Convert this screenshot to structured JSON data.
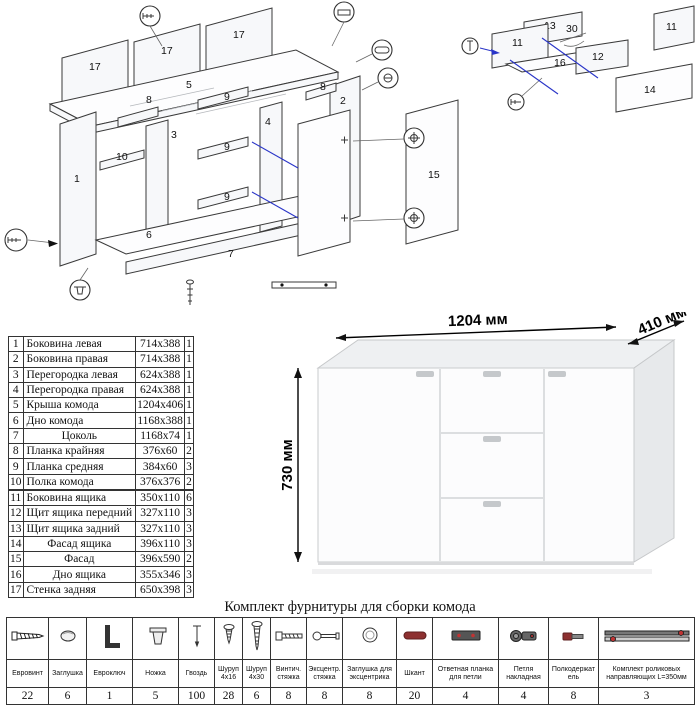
{
  "parts_table": {
    "rows": [
      {
        "num": "1",
        "name": "Боковина левая",
        "size": "714x388",
        "qty": "1"
      },
      {
        "num": "2",
        "name": "Боковина правая",
        "size": "714x388",
        "qty": "1"
      },
      {
        "num": "3",
        "name": "Перегородка левая",
        "size": "624x388",
        "qty": "1"
      },
      {
        "num": "4",
        "name": "Перегородка правая",
        "size": "624x388",
        "qty": "1"
      },
      {
        "num": "5",
        "name": "Крыша комода",
        "size": "1204x406",
        "qty": "1"
      },
      {
        "num": "6",
        "name": "Дно комода",
        "size": "1168x388",
        "qty": "1"
      },
      {
        "num": "7",
        "name": "Цоколь",
        "size": "1168x74",
        "qty": "1"
      },
      {
        "num": "8",
        "name": "Планка крайняя",
        "size": "376x60",
        "qty": "2"
      },
      {
        "num": "9",
        "name": "Планка средняя",
        "size": "384x60",
        "qty": "3"
      },
      {
        "num": "10",
        "name": "Полка комода",
        "size": "376x376",
        "qty": "2"
      },
      {
        "num": "11",
        "name": "Боковина ящика",
        "size": "350x110",
        "qty": "6"
      },
      {
        "num": "12",
        "name": "Щит ящика передний",
        "size": "327x110",
        "qty": "3"
      },
      {
        "num": "13",
        "name": "Щит ящика задний",
        "size": "327x110",
        "qty": "3"
      },
      {
        "num": "14",
        "name": "Фасад ящика",
        "size": "396x110",
        "qty": "3"
      },
      {
        "num": "15",
        "name": "Фасад",
        "size": "396x590",
        "qty": "2"
      },
      {
        "num": "16",
        "name": "Дно ящика",
        "size": "355x346",
        "qty": "3"
      },
      {
        "num": "17",
        "name": "Стенка задняя",
        "size": "650x398",
        "qty": "3"
      }
    ]
  },
  "dimensions": {
    "width": "1204 мм",
    "depth": "410 мм",
    "height": "730 мм"
  },
  "exploded": {
    "labels": [
      "17",
      "17",
      "17",
      "5",
      "8",
      "3",
      "10",
      "1",
      "9",
      "9",
      "9",
      "4",
      "2",
      "8",
      "6",
      "7",
      "15"
    ]
  },
  "detail": {
    "labels": [
      "13",
      "11",
      "16",
      "12",
      "11",
      "14"
    ],
    "angle": "30"
  },
  "hardware": {
    "title": "Комплект фурнитуры для сборки комода",
    "items": [
      {
        "name": "Евровинт",
        "qty": "22"
      },
      {
        "name": "Заглушка",
        "qty": "6"
      },
      {
        "name": "Евроключ",
        "qty": "1"
      },
      {
        "name": "Ножка",
        "qty": "5"
      },
      {
        "name": "Гвоздь",
        "qty": "100"
      },
      {
        "name": "Шуруп 4x16",
        "qty": "28"
      },
      {
        "name": "Шуруп 4x30",
        "qty": "6"
      },
      {
        "name": "Винтич. стяжка",
        "qty": "8"
      },
      {
        "name": "Эксцентр. стяжка",
        "qty": "8"
      },
      {
        "name": "Заглушка для эксцентрика",
        "qty": "8"
      },
      {
        "name": "Шкант",
        "qty": "20"
      },
      {
        "name": "Ответная планка для петли",
        "qty": "4"
      },
      {
        "name": "Петля накладная",
        "qty": "4"
      },
      {
        "name": "Полкодержатель",
        "qty": "8"
      },
      {
        "name": "Комплект роликовых направляющих L=350мм",
        "qty": "3"
      }
    ]
  }
}
